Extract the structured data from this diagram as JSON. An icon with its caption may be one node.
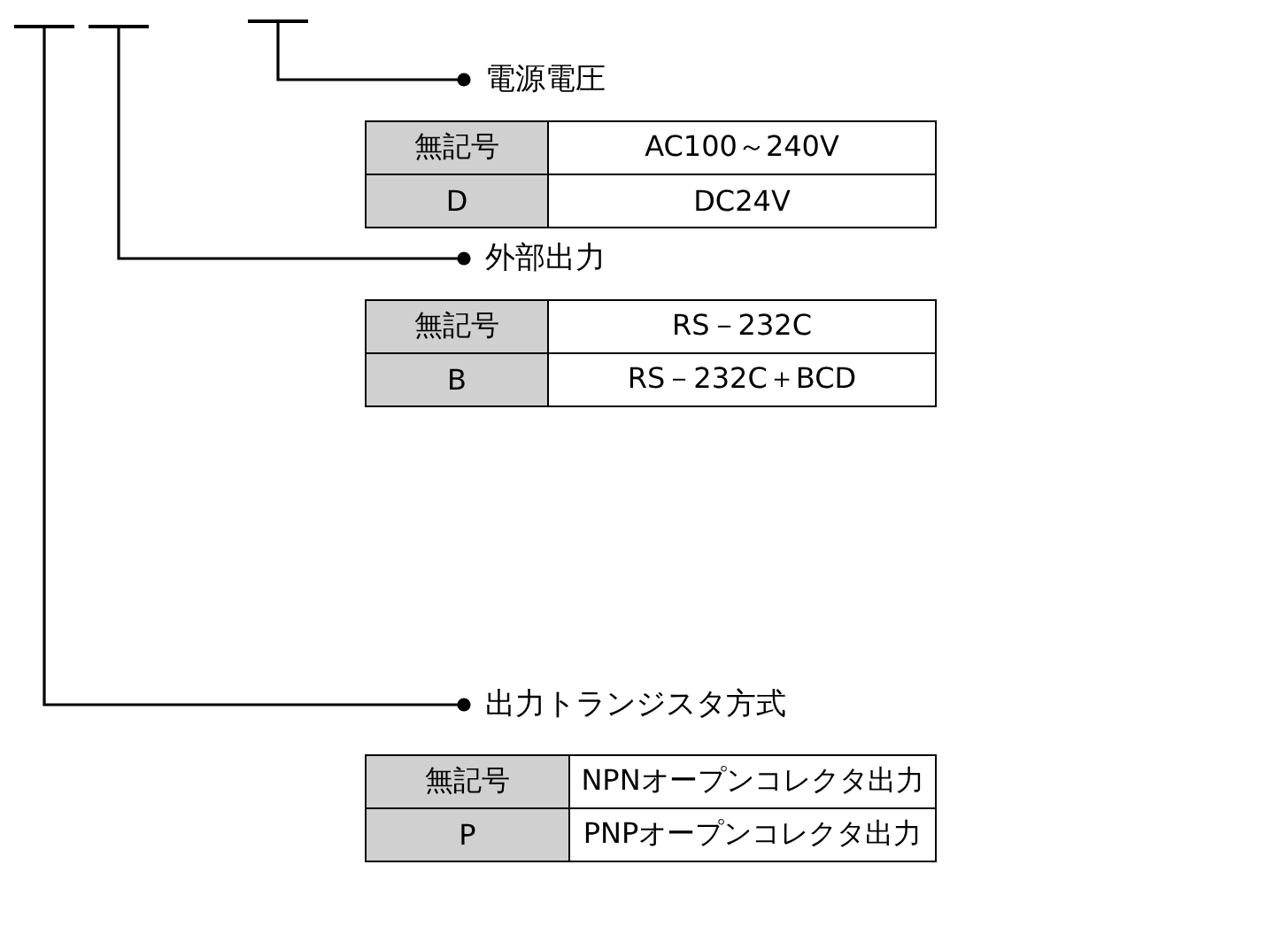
{
  "diagram": {
    "nodes": [
      {
        "text": [],
        "shape": "bar"
      },
      {
        "text": [],
        "shape": "bar"
      },
      {
        "text": [],
        "shape": "bar"
      },
      {
        "text": [
          "電源電圧"
        ]
      },
      {
        "text": [
          "外部出力"
        ]
      },
      {
        "text": [
          "出力トランジスタ方式"
        ]
      }
    ],
    "edges": [
      {
        "from": 2,
        "to": 3,
        "arrow": "other"
      },
      {
        "from": 1,
        "to": 4,
        "arrow": "other"
      },
      {
        "from": 0,
        "to": 5,
        "arrow": "other"
      }
    ],
    "labels": [
      "無記号",
      "AC100～240V",
      "D",
      "DC24V",
      "無記号",
      "RS－232C",
      "B",
      "RS－232C＋BCD",
      "無記号",
      "NPNオープンコレクタ出力",
      "P",
      "PNPオープンコレクタ出力"
    ]
  }
}
